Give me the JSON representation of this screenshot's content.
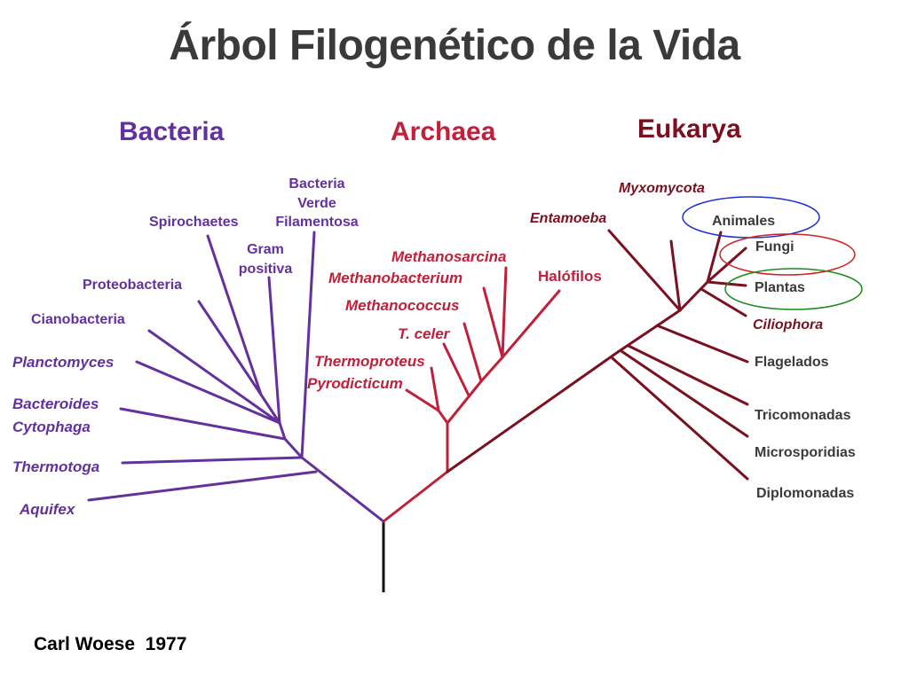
{
  "title": "Árbol Filogenético de la Vida",
  "domains": {
    "bacteria": "Bacteria",
    "archaea": "Archaea",
    "eukarya": "Eukarya"
  },
  "bacteria_taxa": {
    "bacteria_verde_1": "Bacteria",
    "bacteria_verde_2": "Verde",
    "bacteria_verde_3": "Filamentosa",
    "spirochaetes": "Spirochaetes",
    "gram_1": "Gram",
    "gram_2": "positiva",
    "proteobacteria": "Proteobacteria",
    "cianobacteria": "Cianobacteria",
    "planctomyces": "Planctomyces",
    "bacteroides": "Bacteroides",
    "cytophaga": "Cytophaga",
    "thermotoga": "Thermotoga",
    "aquifex": "Aquifex"
  },
  "archaea_taxa": {
    "methanosarcina": "Methanosarcina",
    "methanobacterium": "Methanobacterium",
    "halofilos": "Halófilos",
    "methanococcus": "Methanococcus",
    "t_celer": "T. celer",
    "thermoproteus": "Thermoproteus",
    "pyrodicticum": "Pyrodicticum"
  },
  "eukarya_taxa": {
    "myxomycota": "Myxomycota",
    "entamoeba": "Entamoeba",
    "animales": "Animales",
    "fungi": "Fungi",
    "plantas": "Plantas",
    "ciliophora": "Ciliophora",
    "flagelados": "Flagelados",
    "tricomonadas": "Tricomonadas",
    "microsporidias": "Microsporidias",
    "diplomonadas": "Diplomonadas"
  },
  "credit": "Carl Woese  1977",
  "colors": {
    "bacteria": "#63319e",
    "archaea": "#c0203a",
    "eukarya": "#7a1020",
    "root": "#111111",
    "ring_animales": "#1f2fd0",
    "ring_fungi": "#d02020",
    "ring_plantas": "#1a8a1a"
  }
}
